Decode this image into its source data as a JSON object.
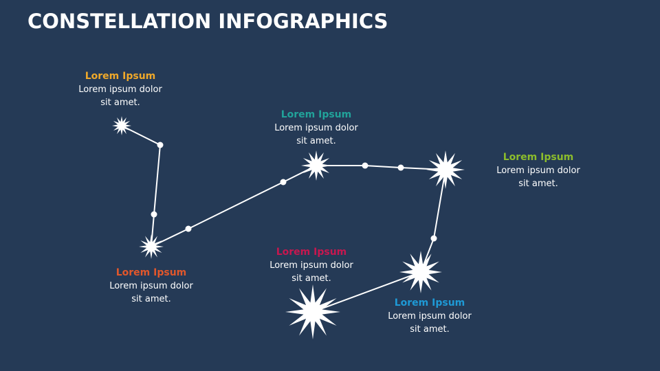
{
  "title": "CONSTELLATION INFOGRAPHICS",
  "colors": {
    "background": "#253a56",
    "line": "#ffffff",
    "star": "#ffffff"
  },
  "items": [
    {
      "heading": "Lorem Ipsum",
      "text": "Lorem ipsum dolor sit amet.",
      "color": "#f0a92a"
    },
    {
      "heading": "Lorem Ipsum",
      "text": "Lorem ipsum dolor sit amet.",
      "color": "#e2572b"
    },
    {
      "heading": "Lorem Ipsum",
      "text": "Lorem ipsum dolor sit amet.",
      "color": "#21a39a"
    },
    {
      "heading": "Lorem Ipsum",
      "text": "Lorem ipsum dolor sit amet.",
      "color": "#8cbd2c"
    },
    {
      "heading": "Lorem Ipsum",
      "text": "Lorem ipsum dolor sit amet.",
      "color": "#c7174f"
    },
    {
      "heading": "Lorem Ipsum",
      "text": "Lorem ipsum dolor sit amet.",
      "color": "#1e9ad6"
    }
  ]
}
